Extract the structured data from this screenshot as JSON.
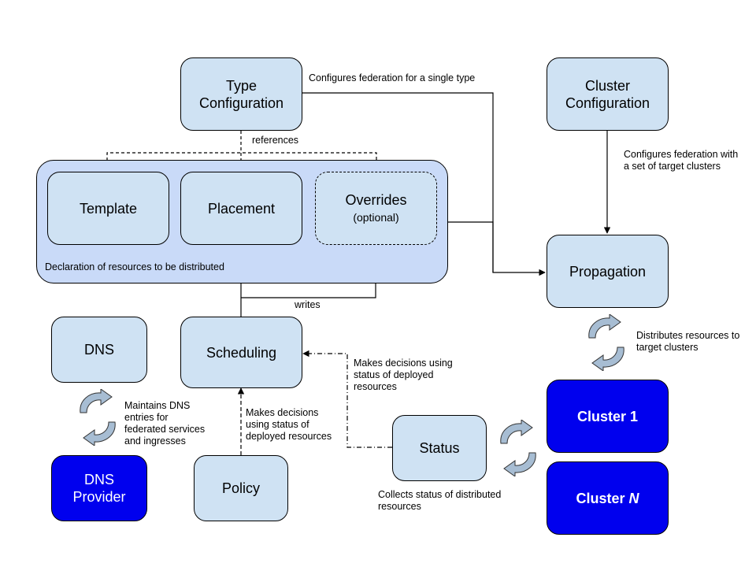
{
  "boxes": {
    "type_config": "Type\nConfiguration",
    "cluster_config": "Cluster\nConfiguration",
    "template": "Template",
    "placement": "Placement",
    "overrides": "Overrides",
    "overrides_note": "(optional)",
    "propagation": "Propagation",
    "dns": "DNS",
    "scheduling": "Scheduling",
    "dns_provider": "DNS\nProvider",
    "policy": "Policy",
    "status": "Status",
    "cluster1": "Cluster 1",
    "clusterN_prefix": "Cluster ",
    "clusterN_suffix": "N"
  },
  "labels": {
    "configures_single": "Configures federation for a single type",
    "references": "references",
    "configures_set": "Configures federation with\na set of target clusters",
    "declaration": "Declaration of resources to be distributed",
    "writes": "writes",
    "distributes": "Distributes resources to\ntarget clusters",
    "decisions_status": "Makes decisions using\nstatus of deployed\nresources",
    "decisions_policy": "Makes decisions\nusing status of\ndeployed resources",
    "maintains_dns": "Maintains DNS\nentries for\nfederated services\nand ingresses",
    "collects_status": "Collects status of distributed\nresources"
  },
  "colors": {
    "light_box": "#cfe2f3",
    "group_bg": "#c9daf8",
    "dark_box": "#0000ee",
    "cycle_arrow": "#a7bdd3"
  },
  "icons": [
    "cycle-icon-propagation",
    "cycle-icon-dns",
    "cycle-icon-status"
  ]
}
